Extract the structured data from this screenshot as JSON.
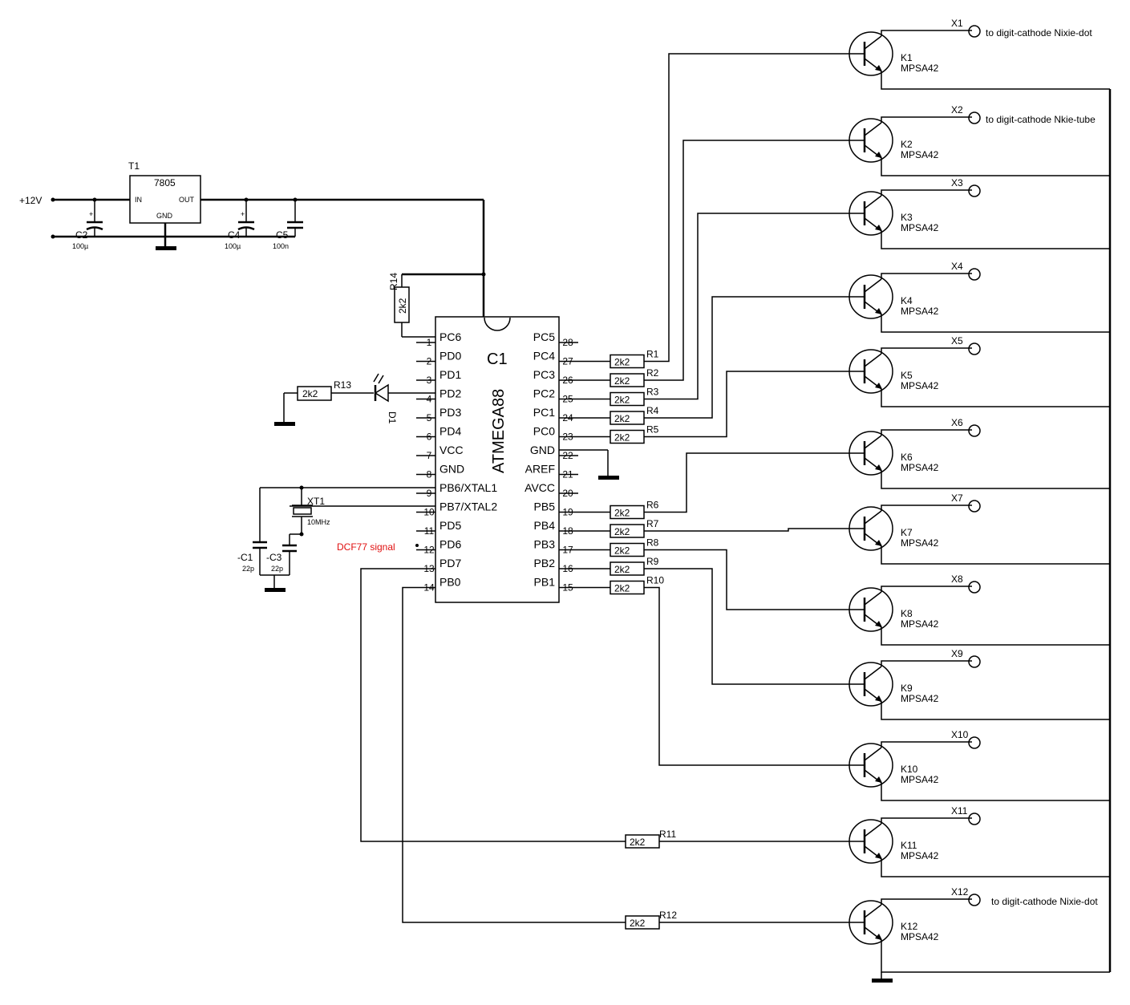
{
  "power": {
    "input_label": "+12V",
    "regulator": {
      "name": "T1",
      "type": "7805",
      "in": "IN",
      "out": "OUT",
      "gnd": "GND"
    },
    "caps": [
      {
        "name": "C2",
        "value": "100µ"
      },
      {
        "name": "C4",
        "value": "100µ"
      },
      {
        "name": "C5",
        "value": "100n"
      }
    ]
  },
  "mcu": {
    "name": "C1",
    "part": "ATMEGA88",
    "left_pins": [
      {
        "num": "1",
        "label": "PC6"
      },
      {
        "num": "2",
        "label": "PD0"
      },
      {
        "num": "3",
        "label": "PD1"
      },
      {
        "num": "4",
        "label": "PD2"
      },
      {
        "num": "5",
        "label": "PD3"
      },
      {
        "num": "6",
        "label": "PD4"
      },
      {
        "num": "7",
        "label": "VCC"
      },
      {
        "num": "8",
        "label": "GND"
      },
      {
        "num": "9",
        "label": "PB6/XTAL1"
      },
      {
        "num": "10",
        "label": "PB7/XTAL2"
      },
      {
        "num": "11",
        "label": "PD5"
      },
      {
        "num": "12",
        "label": "PD6"
      },
      {
        "num": "13",
        "label": "PD7"
      },
      {
        "num": "14",
        "label": "PB0"
      }
    ],
    "right_pins": [
      {
        "num": "28",
        "label": "PC5"
      },
      {
        "num": "27",
        "label": "PC4"
      },
      {
        "num": "26",
        "label": "PC3"
      },
      {
        "num": "25",
        "label": "PC2"
      },
      {
        "num": "24",
        "label": "PC1"
      },
      {
        "num": "23",
        "label": "PC0"
      },
      {
        "num": "22",
        "label": "GND"
      },
      {
        "num": "21",
        "label": "AREF"
      },
      {
        "num": "20",
        "label": "AVCC"
      },
      {
        "num": "19",
        "label": "PB5"
      },
      {
        "num": "18",
        "label": "PB4"
      },
      {
        "num": "17",
        "label": "PB3"
      },
      {
        "num": "16",
        "label": "PB2"
      },
      {
        "num": "15",
        "label": "PB1"
      }
    ]
  },
  "pullup": {
    "name": "R14",
    "value": "2k2"
  },
  "led": {
    "resistor_name": "R13",
    "resistor_value": "2k2",
    "diode_name": "D1"
  },
  "crystal": {
    "name": "XT1",
    "value": "10MHz",
    "caps": [
      {
        "name": "-C1",
        "value": "22p"
      },
      {
        "name": "-C3",
        "value": "22p"
      }
    ]
  },
  "dcf_label": "DCF77 signal",
  "base_resistors": [
    {
      "name": "R1",
      "value": "2k2"
    },
    {
      "name": "R2",
      "value": "2k2"
    },
    {
      "name": "R3",
      "value": "2k2"
    },
    {
      "name": "R4",
      "value": "2k2"
    },
    {
      "name": "R5",
      "value": "2k2"
    },
    {
      "name": "R6",
      "value": "2k2"
    },
    {
      "name": "R7",
      "value": "2k2"
    },
    {
      "name": "R8",
      "value": "2k2"
    },
    {
      "name": "R9",
      "value": "2k2"
    },
    {
      "name": "R10",
      "value": "2k2"
    },
    {
      "name": "R11",
      "value": "2k2"
    },
    {
      "name": "R12",
      "value": "2k2"
    }
  ],
  "transistors": [
    {
      "name": "K1",
      "type": "MPSA42",
      "connector": "X1",
      "note": "to digit-cathode Nixie-dot"
    },
    {
      "name": "K2",
      "type": "MPSA42",
      "connector": "X2",
      "note": "to digit-cathode Nkie-tube"
    },
    {
      "name": "K3",
      "type": "MPSA42",
      "connector": "X3",
      "note": ""
    },
    {
      "name": "K4",
      "type": "MPSA42",
      "connector": "X4",
      "note": ""
    },
    {
      "name": "K5",
      "type": "MPSA42",
      "connector": "X5",
      "note": ""
    },
    {
      "name": "K6",
      "type": "MPSA42",
      "connector": "X6",
      "note": ""
    },
    {
      "name": "K7",
      "type": "MPSA42",
      "connector": "X7",
      "note": ""
    },
    {
      "name": "K8",
      "type": "MPSA42",
      "connector": "X8",
      "note": ""
    },
    {
      "name": "K9",
      "type": "MPSA42",
      "connector": "X9",
      "note": ""
    },
    {
      "name": "K10",
      "type": "MPSA42",
      "connector": "X10",
      "note": ""
    },
    {
      "name": "K11",
      "type": "MPSA42",
      "connector": "X11",
      "note": ""
    },
    {
      "name": "K12",
      "type": "MPSA42",
      "connector": "X12",
      "note": "to digit-cathode Nixie-dot"
    }
  ]
}
